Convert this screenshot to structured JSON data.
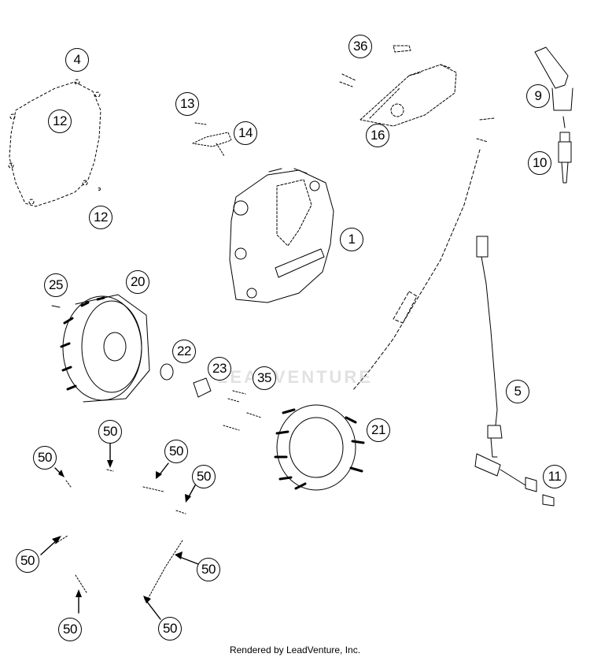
{
  "diagram": {
    "callouts": [
      {
        "id": "4",
        "label": "4"
      },
      {
        "id": "12a",
        "label": "12"
      },
      {
        "id": "12b",
        "label": "12"
      },
      {
        "id": "13",
        "label": "13"
      },
      {
        "id": "14",
        "label": "14"
      },
      {
        "id": "36",
        "label": "36"
      },
      {
        "id": "16",
        "label": "16"
      },
      {
        "id": "9",
        "label": "9"
      },
      {
        "id": "10",
        "label": "10"
      },
      {
        "id": "1",
        "label": "1"
      },
      {
        "id": "25",
        "label": "25"
      },
      {
        "id": "20",
        "label": "20"
      },
      {
        "id": "22",
        "label": "22"
      },
      {
        "id": "23",
        "label": "23"
      },
      {
        "id": "35",
        "label": "35"
      },
      {
        "id": "5",
        "label": "5"
      },
      {
        "id": "21",
        "label": "21"
      },
      {
        "id": "11",
        "label": "11"
      },
      {
        "id": "50a",
        "label": "50"
      },
      {
        "id": "50b",
        "label": "50"
      },
      {
        "id": "50c",
        "label": "50"
      },
      {
        "id": "50d",
        "label": "50"
      },
      {
        "id": "50e",
        "label": "50"
      },
      {
        "id": "50f",
        "label": "50"
      },
      {
        "id": "50g",
        "label": "50"
      },
      {
        "id": "50h",
        "label": "50"
      }
    ],
    "watermark": "LEADVENTURE",
    "footer": "Rendered by LeadVenture, Inc."
  }
}
